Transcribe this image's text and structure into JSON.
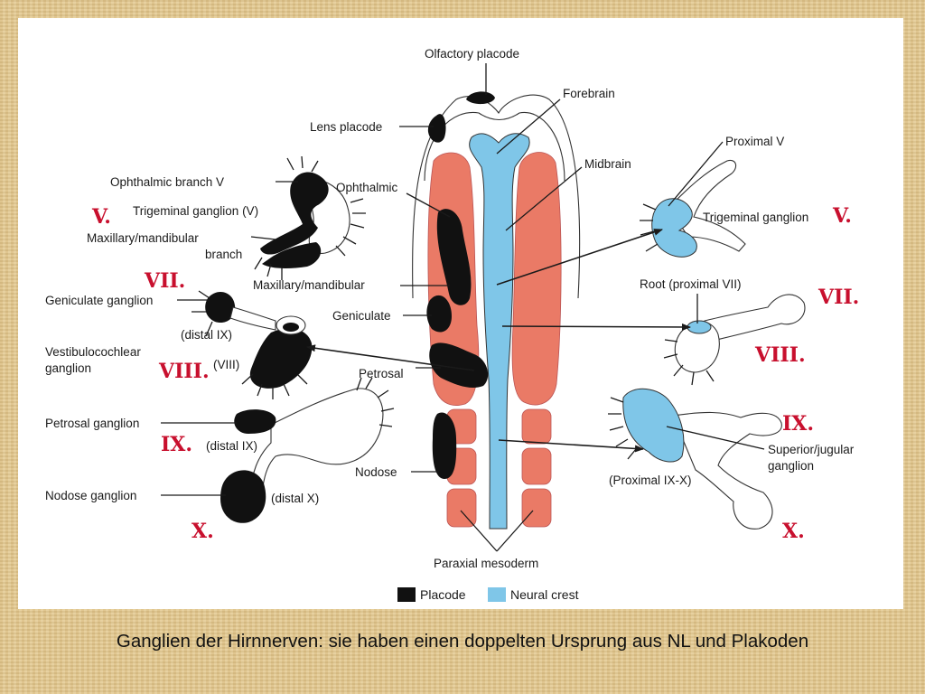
{
  "labels": {
    "olfactory_placode": "Olfactory placode",
    "forebrain": "Forebrain",
    "lens_placode": "Lens placode",
    "midbrain": "Midbrain",
    "ophthalmic_branch_v": "Ophthalmic branch V",
    "ophthalmic": "Ophthalmic",
    "proximal_v": "Proximal V",
    "trigeminal_ganglion_v": "Trigeminal ganglion (V)",
    "maxillary_mandibular_branch_1": "Maxillary/mandibular",
    "maxillary_mandibular_branch_2": "branch",
    "trigeminal_ganglion": "Trigeminal ganglion",
    "maxillary_mandibular": "Maxillary/mandibular",
    "root_proximal_vii": "Root (proximal VII)",
    "geniculate_ganglion": "Geniculate ganglion",
    "geniculate": "Geniculate",
    "distal_ix_upper": "(distal IX)",
    "vestibulocochlear_1": "Vestibulocochlear",
    "vestibulocochlear_2": "ganglion",
    "viii_small": "(VIII)",
    "petrosal": "Petrosal",
    "petrosal_ganglion": "Petrosal ganglion",
    "distal_ix": "(distal IX)",
    "superior_jugular_1": "Superior/jugular",
    "superior_jugular_2": "ganglion",
    "nodose": "Nodose",
    "proximal_ix_x": "(Proximal IX-X)",
    "nodose_ganglion": "Nodose ganglion",
    "distal_x": "(distal X)",
    "paraxial_mesoderm": "Paraxial mesoderm"
  },
  "roman": {
    "left_v": "V.",
    "left_vii": "VII.",
    "left_viii": "VIII.",
    "left_ix": "IX.",
    "left_x": "X.",
    "right_v": "V.",
    "right_vii": "VII.",
    "right_viii": "VIII.",
    "right_ix": "IX.",
    "right_x": "X."
  },
  "legend": {
    "placode": "Placode",
    "neural_crest": "Neural crest"
  },
  "caption": "Ganglien der Hirnnerven: sie haben einen doppelten Ursprung aus NL und Plakoden",
  "colors": {
    "placode": "#111111",
    "neural_crest": "#7fc6e8",
    "mesoderm": "#ea7a66",
    "roman_numerals": "#c8102e"
  }
}
